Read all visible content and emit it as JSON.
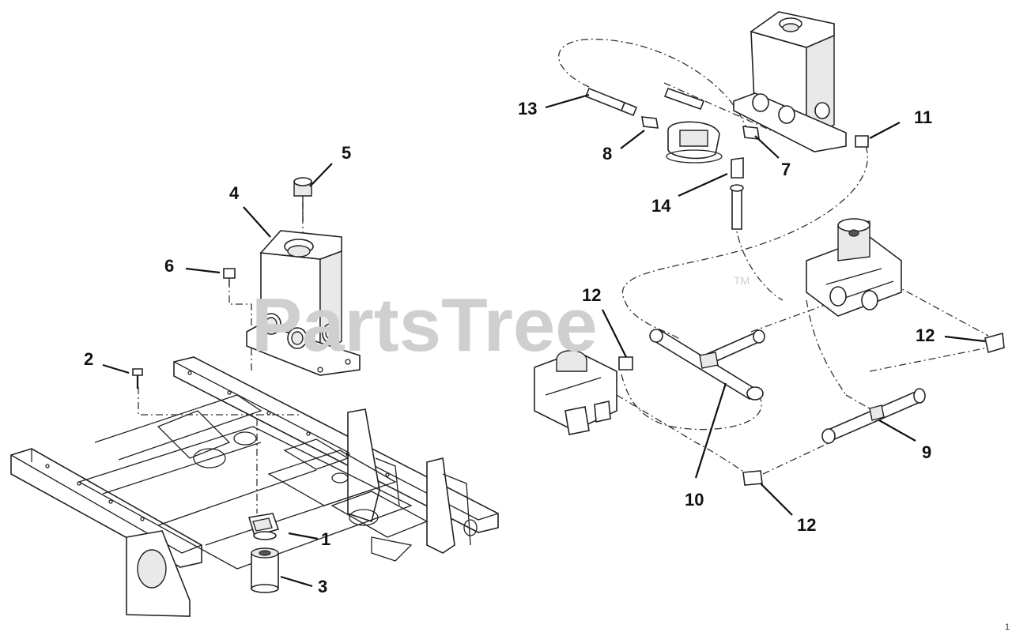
{
  "watermark": {
    "text": "PartsTree",
    "trademark": "TM"
  },
  "page_mark": "1",
  "callouts": [
    {
      "id": "c1",
      "label": "1"
    },
    {
      "id": "c2",
      "label": "2"
    },
    {
      "id": "c3",
      "label": "3"
    },
    {
      "id": "c4",
      "label": "4"
    },
    {
      "id": "c5",
      "label": "5"
    },
    {
      "id": "c6",
      "label": "6"
    },
    {
      "id": "c7",
      "label": "7"
    },
    {
      "id": "c8",
      "label": "8"
    },
    {
      "id": "c9",
      "label": "9"
    },
    {
      "id": "c10",
      "label": "10"
    },
    {
      "id": "c11",
      "label": "11"
    },
    {
      "id": "c12a",
      "label": "12"
    },
    {
      "id": "c12b",
      "label": "12"
    },
    {
      "id": "c12c",
      "label": "12"
    },
    {
      "id": "c13",
      "label": "13"
    },
    {
      "id": "c14",
      "label": "14"
    }
  ]
}
